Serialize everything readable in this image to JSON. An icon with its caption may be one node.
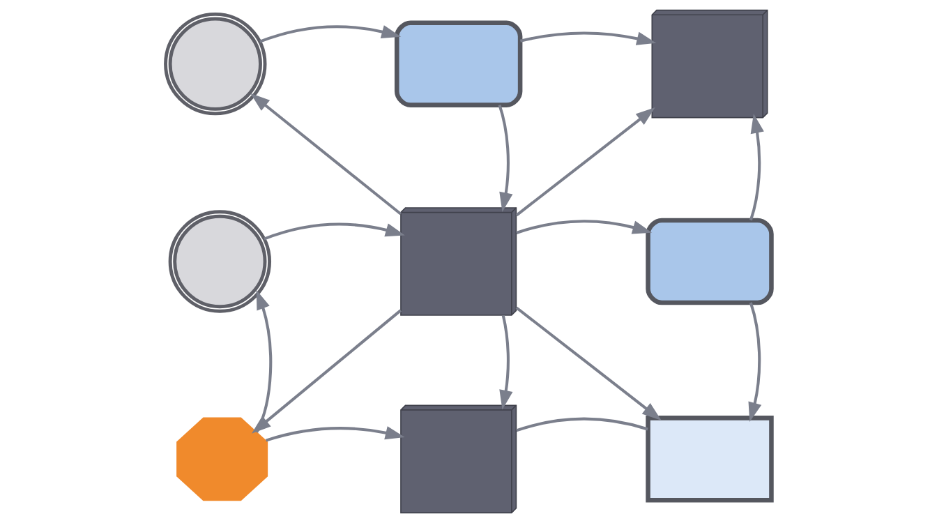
{
  "diagram": {
    "nodes": [
      {
        "text": [],
        "shape": "disc"
      },
      {
        "text": [],
        "shape": "computer"
      },
      {
        "text": [],
        "shape": "server"
      },
      {
        "text": [],
        "shape": "disc"
      },
      {
        "text": [],
        "shape": "server"
      },
      {
        "text": [],
        "shape": "computer"
      },
      {
        "text": [],
        "shape": "icon"
      },
      {
        "text": [],
        "shape": "server"
      },
      {
        "text": [],
        "shape": "monitor"
      }
    ],
    "edges": [
      {
        "from": 0,
        "to": 1,
        "arrow": "to"
      },
      {
        "from": 1,
        "to": 2,
        "arrow": "to"
      },
      {
        "from": 1,
        "to": 4,
        "arrow": "to"
      },
      {
        "from": 4,
        "to": 0,
        "arrow": "to"
      },
      {
        "from": 4,
        "to": 2,
        "arrow": "to"
      },
      {
        "from": 5,
        "to": 2,
        "arrow": "to"
      },
      {
        "from": 3,
        "to": 4,
        "arrow": "to"
      },
      {
        "from": 4,
        "to": 5,
        "arrow": "to"
      },
      {
        "from": 4,
        "to": 6,
        "arrow": "to"
      },
      {
        "from": 4,
        "to": 7,
        "arrow": "to"
      },
      {
        "from": 4,
        "to": 8,
        "arrow": "to"
      },
      {
        "from": 5,
        "to": 8,
        "arrow": "to"
      },
      {
        "from": 6,
        "to": 3,
        "arrow": "to"
      },
      {
        "from": 6,
        "to": 7,
        "arrow": "to"
      },
      {
        "from": 7,
        "to": 8,
        "arrow": "none"
      }
    ]
  }
}
